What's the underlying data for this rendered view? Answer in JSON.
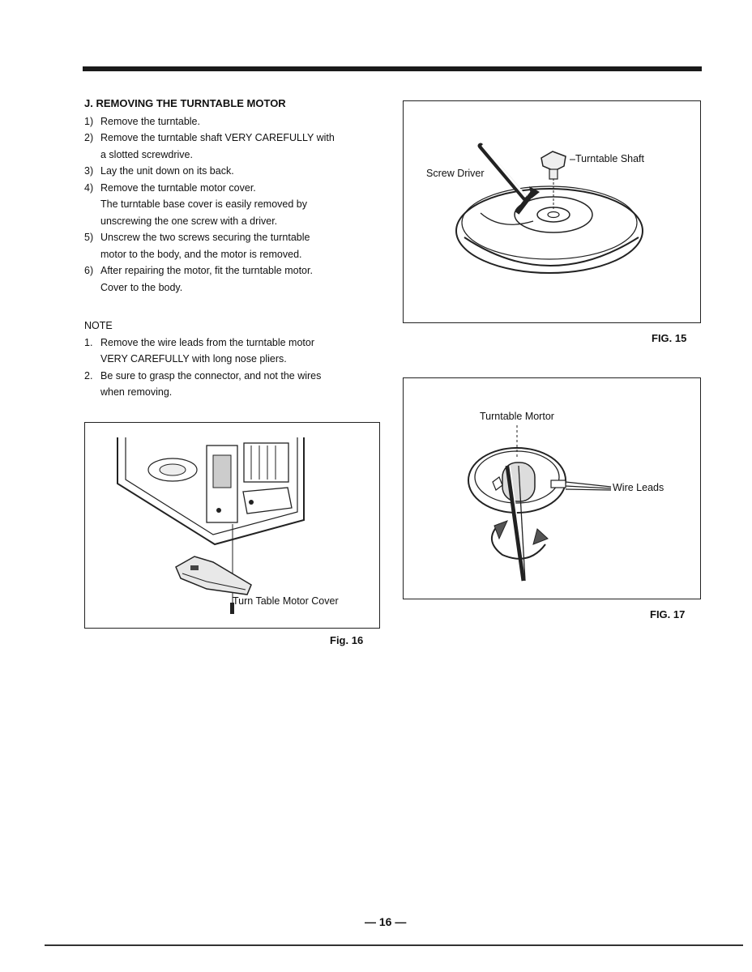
{
  "section": {
    "heading": "J. REMOVING THE TURNTABLE MOTOR",
    "steps": [
      {
        "num": "1)",
        "lines": [
          "Remove the turntable."
        ]
      },
      {
        "num": "2)",
        "lines": [
          "Remove the turntable shaft VERY CAREFULLY with",
          "a slotted screwdrive."
        ]
      },
      {
        "num": "3)",
        "lines": [
          "Lay the unit down on its back."
        ]
      },
      {
        "num": "4)",
        "lines": [
          "Remove the turntable motor cover.",
          "The turntable base cover is easily removed by",
          "unscrewing the one screw with a driver."
        ]
      },
      {
        "num": "5)",
        "lines": [
          "Unscrew the two screws securing the turntable",
          "motor to the body, and the motor is removed."
        ]
      },
      {
        "num": "6)",
        "lines": [
          "After repairing the motor, fit the turntable motor.",
          "Cover to the body."
        ]
      }
    ]
  },
  "note": {
    "title": "NOTE",
    "items": [
      {
        "num": "1.",
        "lines": [
          "Remove the wire leads from the turntable motor",
          "VERY CAREFULLY with long nose pliers."
        ]
      },
      {
        "num": "2.",
        "lines": [
          "Be sure to grasp the connector, and not the wires",
          "when removing."
        ]
      }
    ]
  },
  "fig15": {
    "label_screwdriver": "Screw Driver",
    "label_shaft": "Turntable Shaft",
    "caption": "FIG. 15"
  },
  "fig16": {
    "label_cover": "Turn Table Motor Cover",
    "caption": "Fig. 16"
  },
  "fig17": {
    "label_motor": "Turntable Mortor",
    "label_wires": "Wire Leads",
    "caption": "FIG. 17"
  },
  "page_number": "— 16 —"
}
